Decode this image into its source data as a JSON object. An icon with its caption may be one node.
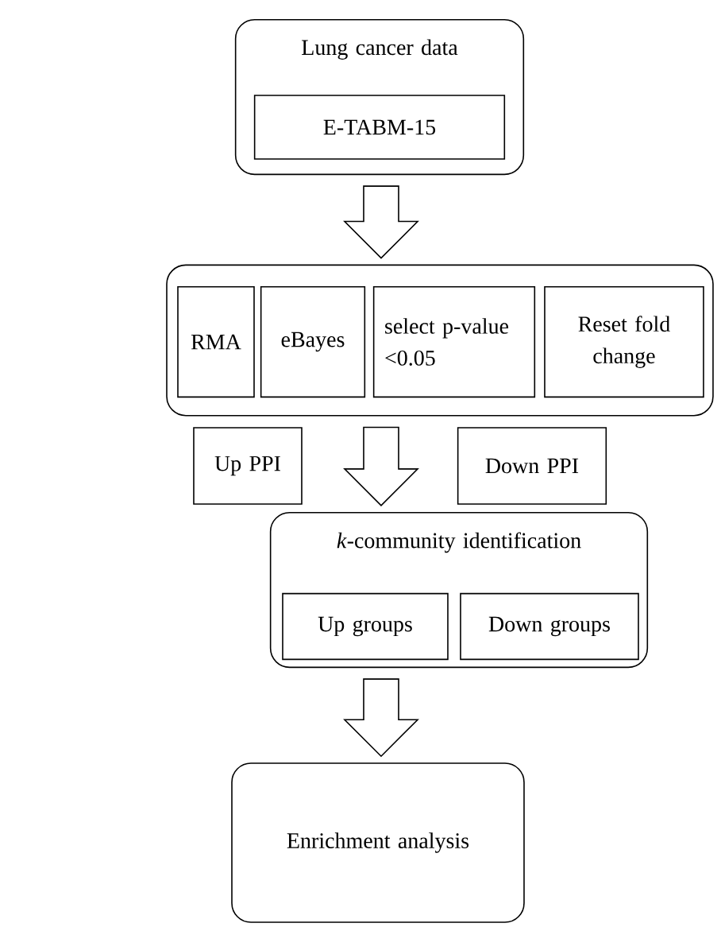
{
  "diagram": {
    "nodes": [
      {
        "text": [
          "Lung cancer data"
        ]
      },
      {
        "text": [
          "E-TABM-15"
        ],
        "in": 0
      },
      {
        "text": [],
        "shape": "box"
      },
      {
        "text": [
          "RMA"
        ],
        "in": 2
      },
      {
        "text": [
          "eBayes"
        ],
        "in": 2
      },
      {
        "text": [
          "select p-value <0.05"
        ],
        "in": 2
      },
      {
        "text": [
          "Reset fold change"
        ],
        "in": 2
      },
      {
        "text": [
          "Up PPI"
        ]
      },
      {
        "text": [
          "Down PPI"
        ]
      },
      {
        "text": [
          "*k*-community identification"
        ]
      },
      {
        "text": [
          "Up groups"
        ],
        "in": 9
      },
      {
        "text": [
          "Down groups"
        ],
        "in": 9
      },
      {
        "text": [
          "Enrichment analysis"
        ]
      }
    ],
    "edges": [
      {
        "from": 0,
        "to": 2,
        "arrow": "to"
      },
      {
        "from": 2,
        "to": 9,
        "arrow": "to"
      },
      {
        "from": 9,
        "to": 12,
        "arrow": "to"
      }
    ]
  }
}
